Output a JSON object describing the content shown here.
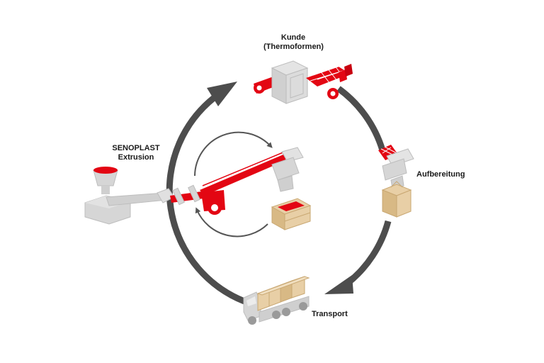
{
  "labels": {
    "kunde_line1": "Kunde",
    "kunde_line2": "(Thermoformen)",
    "senoplast_line1": "SENOPLAST",
    "senoplast_line2": "Extrusion",
    "aufbereitung": "Aufbereitung",
    "transport": "Transport"
  },
  "colors": {
    "background": "#ffffff",
    "cycle_arrow": "#4d4d4d",
    "inner_arrow": "#555555",
    "machine_gray": "#d6d6d6",
    "machine_gray_dark": "#bdbdbd",
    "accent_red": "#e30613",
    "box_beige": "#e8cfa6",
    "box_beige_dark": "#d8b985"
  },
  "icons": {
    "extruder": "extruder-icon",
    "thermoformer": "thermoforming-machine-icon",
    "shredder": "shredder-icon",
    "sack": "granulate-sack-icon",
    "truck": "truck-icon",
    "crate": "crate-icon"
  }
}
